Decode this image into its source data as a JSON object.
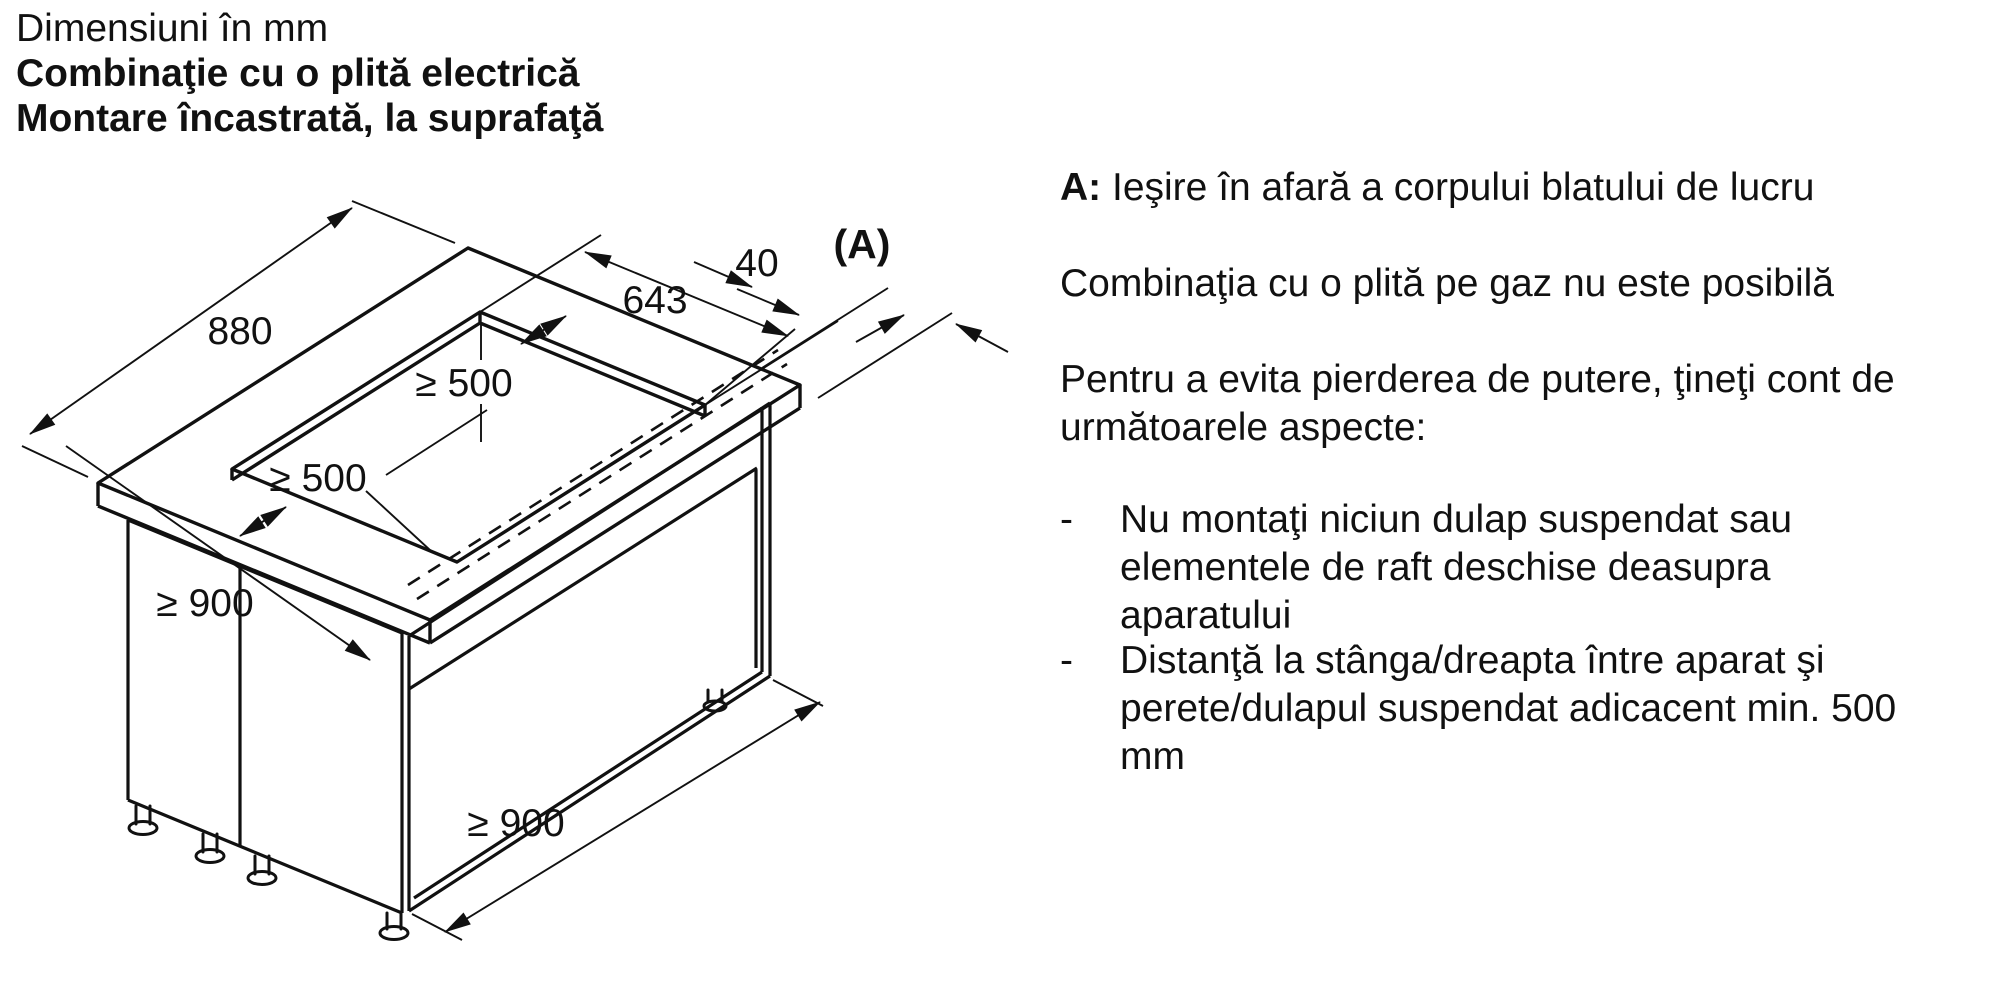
{
  "title": {
    "line1": "Dimensiuni în mm",
    "line2": "Combinaţie cu o plită electrică",
    "line3": "Montare încastrată, la suprafaţă"
  },
  "notes": {
    "a_label": "A:",
    "a_text": " Ieşire în afară a corpului blatului de lucru",
    "gas": "Combinaţia cu o plită pe gaz nu este posibilă",
    "intro": "Pentru a evita pierderea de putere, ţineţi cont de următoarele aspecte:",
    "bullets": [
      {
        "marker": "-",
        "text": "Nu montaţi niciun dulap suspendat sau elementele de raft deschise deasupra aparatului"
      },
      {
        "marker": "-",
        "text": "Distanţă la stânga/dreapta între aparat şi perete/dulapul suspendat adicacent min. 500 mm"
      }
    ]
  },
  "diagram": {
    "labels": {
      "worktop_width": "880",
      "cutout_length": "643",
      "rear_gap": "40",
      "overhang": "(A)",
      "min_clearance_rear": "≥ 500",
      "min_clearance_left": "≥ 500",
      "min_cabinet_depth": "≥ 900",
      "min_cabinet_width": "≥ 900"
    },
    "line_color": "#111111",
    "background": "#ffffff"
  }
}
